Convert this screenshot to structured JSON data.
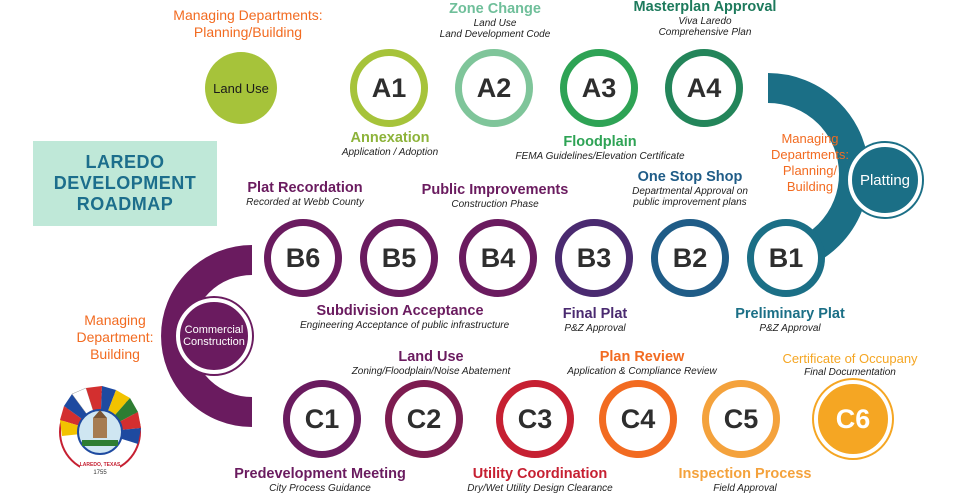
{
  "title": {
    "line1": "LAREDO",
    "line2": "DEVELOPMENT",
    "line3": "ROADMAP"
  },
  "managers": {
    "top": {
      "line1": "Managing Departments:",
      "line2": "Planning/Building"
    },
    "right": {
      "line1": "Managing",
      "line2": "Departments:",
      "line3": "Planning/",
      "line4": "Building"
    },
    "left": {
      "line1": "Managing",
      "line2": "Department:",
      "line3": "Building"
    }
  },
  "hubs": {
    "land_use": "Land Use",
    "platting": "Platting",
    "commercial": {
      "line1": "Commercial",
      "line2": "Construction"
    }
  },
  "steps": {
    "A1": {
      "code": "A1",
      "heading": "Annexation",
      "sub": "Application / Adoption"
    },
    "A2": {
      "code": "A2",
      "heading": "Zone Change",
      "sub1": "Land Use",
      "sub2": "Land Development Code"
    },
    "A3": {
      "code": "A3",
      "heading": "Floodplain",
      "sub": "FEMA Guidelines/Elevation Certificate"
    },
    "A4": {
      "code": "A4",
      "heading": "Masterplan Approval",
      "sub1": "Viva Laredo",
      "sub2": "Comprehensive Plan"
    },
    "B1": {
      "code": "B1",
      "heading": "Preliminary Plat",
      "sub": "P&Z Approval"
    },
    "B2": {
      "code": "B2",
      "heading": "One Stop Shop",
      "sub1": "Departmental Approval on",
      "sub2": "public improvement plans"
    },
    "B3": {
      "code": "B3",
      "heading": "Final Plat",
      "sub": "P&Z Approval"
    },
    "B4": {
      "code": "B4",
      "heading": "Public Improvements",
      "sub": "Construction Phase"
    },
    "B5": {
      "code": "B5",
      "heading": "Subdivision Acceptance",
      "sub": "Engineering Acceptance of public infrastructure"
    },
    "B6": {
      "code": "B6",
      "heading": "Plat Recordation",
      "sub": "Recorded at Webb County"
    },
    "C1": {
      "code": "C1",
      "heading": "Predevelopment Meeting",
      "sub": "City Process Guidance"
    },
    "C2": {
      "code": "C2",
      "heading": "Land Use",
      "sub": "Zoning/Floodplain/Noise Abatement"
    },
    "C3": {
      "code": "C3",
      "heading": "Utility Coordination",
      "sub": "Dry/Wet Utility Design Clearance"
    },
    "C4": {
      "code": "C4",
      "heading": "Plan Review",
      "sub": "Application & Compliance Review"
    },
    "C5": {
      "code": "C5",
      "heading": "Inspection Process",
      "sub": "Field Approval"
    },
    "C6": {
      "code": "C6",
      "heading": "Certificate of Occupany",
      "sub": "Final Documentation"
    }
  },
  "seal": {
    "city": "LAREDO, TEXAS",
    "year": "1755"
  },
  "colors": {
    "yellow": "#e8bd1a",
    "lime": "#a6c33a",
    "a2": "#7fc59a",
    "a3": "#2ea355",
    "a4": "#23855a",
    "teal": "#1b6f86",
    "b2": "#1f5c87",
    "purple": "#6a1b5f",
    "red": "#c62032",
    "orange": "#f26b21",
    "c5": "#f4a23c",
    "c6": "#f5a623",
    "title_bg": "#bfe8d8",
    "title_text": "#1c6e8c"
  }
}
